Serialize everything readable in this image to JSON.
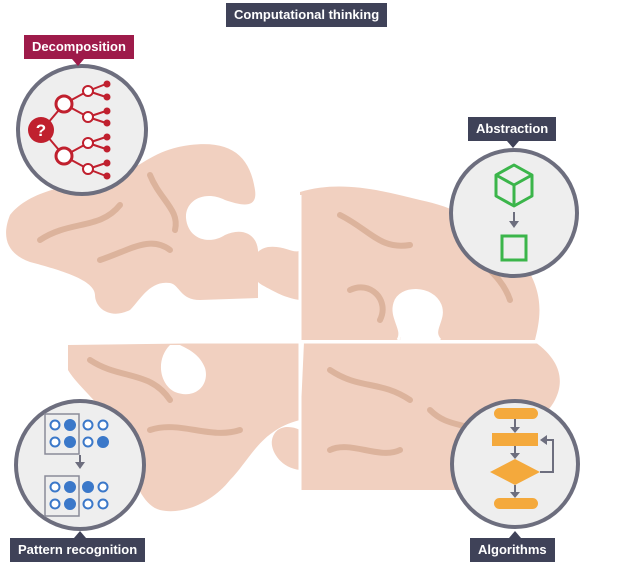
{
  "title": "Computational thinking",
  "labels": {
    "decomposition": "Decomposition",
    "abstraction": "Abstraction",
    "pattern_recognition": "Pattern recognition",
    "algorithms": "Algorithms"
  },
  "decomposition_icon": {
    "question_mark": "?"
  },
  "colors": {
    "label_dark": "#3f4258",
    "label_red": "#9e1b4a",
    "brain": "#f1d0c0",
    "brain_vein": "#dcb39c",
    "badge_fill": "#eeeeee",
    "badge_ring": "#6d6e7e",
    "decomposition": "#c0202e",
    "abstraction": "#3bb54a",
    "pattern": "#3b78c9",
    "algorithm": "#f4a93c"
  }
}
